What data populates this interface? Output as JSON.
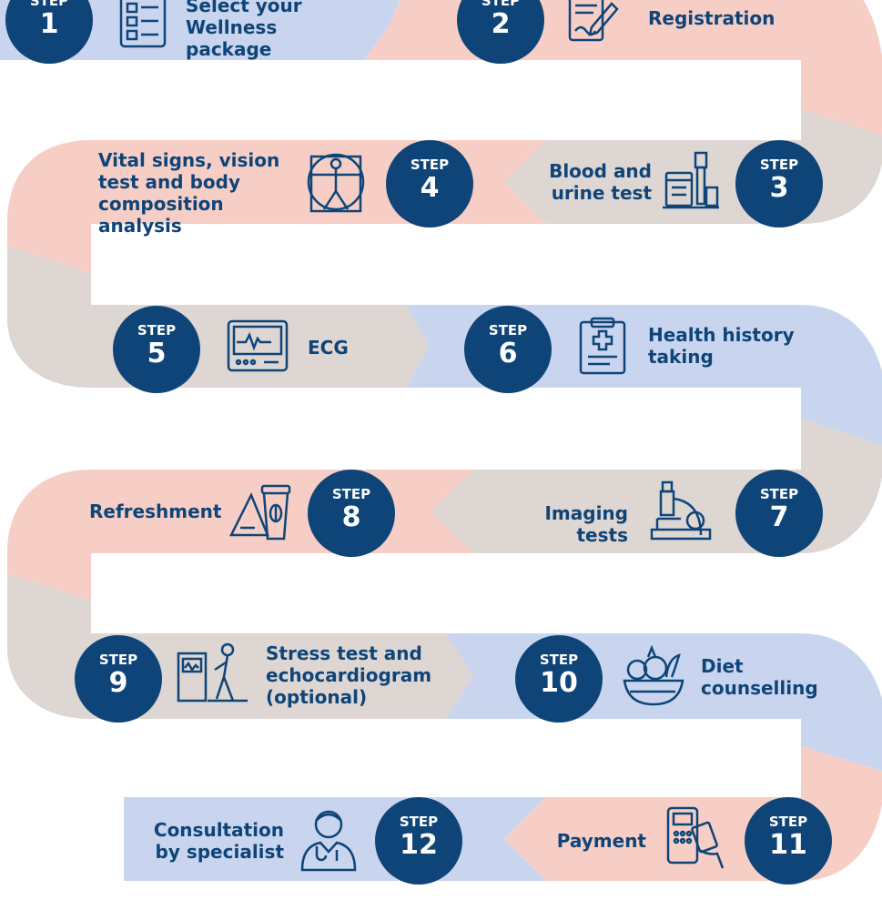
{
  "colors": {
    "blue": "#c9d5ef",
    "pink": "#f6cec6",
    "beige": "#ddd6d3",
    "navy": "#0e4477"
  },
  "step_word": "STEP",
  "steps": [
    {
      "number": "1",
      "label": "Select your Wellness package",
      "icon": "checklist-icon"
    },
    {
      "number": "2",
      "label": "Registration",
      "icon": "form-pen-icon"
    },
    {
      "number": "3",
      "label": "Blood and urine test",
      "icon": "lab-tubes-icon"
    },
    {
      "number": "4",
      "label": "Vital signs, vision test and body composition analysis",
      "icon": "vitruvian-man-icon"
    },
    {
      "number": "5",
      "label": "ECG",
      "icon": "ecg-monitor-icon"
    },
    {
      "number": "6",
      "label": "Health history taking",
      "icon": "clipboard-medical-icon"
    },
    {
      "number": "7",
      "label": "Imaging tests",
      "icon": "microscope-icon"
    },
    {
      "number": "8",
      "label": "Refreshment",
      "icon": "coffee-sandwich-icon"
    },
    {
      "number": "9",
      "label": "Stress test and echocardiogram (optional)",
      "icon": "treadmill-icon"
    },
    {
      "number": "10",
      "label": "Diet counselling",
      "icon": "food-bowl-icon"
    },
    {
      "number": "11",
      "label": "Payment",
      "icon": "card-terminal-icon"
    },
    {
      "number": "12",
      "label": "Consultation by specialist",
      "icon": "doctor-icon"
    }
  ]
}
